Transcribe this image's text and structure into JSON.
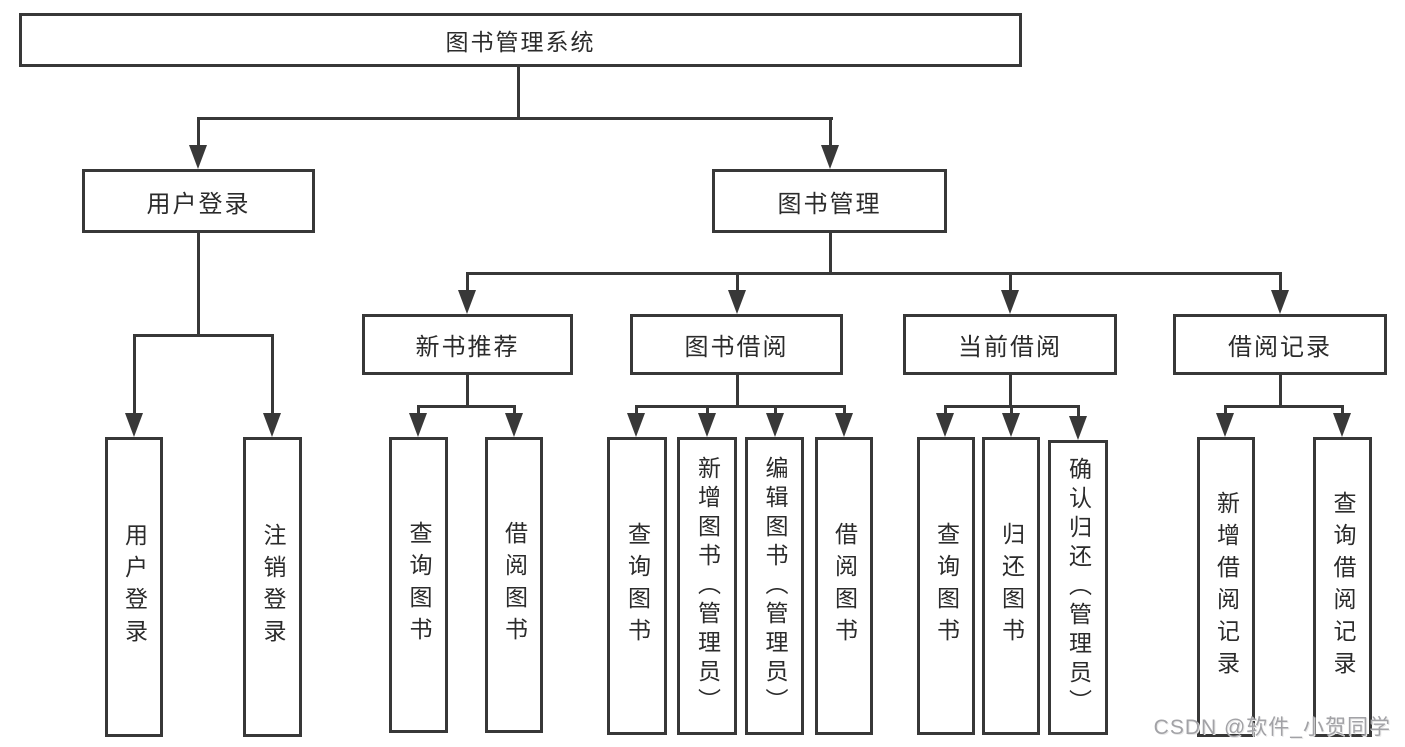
{
  "diagram": {
    "title": "图书管理系统",
    "level2": [
      {
        "label": "用户登录"
      },
      {
        "label": "图书管理"
      }
    ],
    "level3": [
      {
        "label": "新书推荐"
      },
      {
        "label": "图书借阅"
      },
      {
        "label": "当前借阅"
      },
      {
        "label": "借阅记录"
      }
    ],
    "leaves": {
      "user": [
        "用户登录",
        "注销登录"
      ],
      "recommend": [
        "查询图书",
        "借阅图书"
      ],
      "borrow": [
        "查询图书",
        "新增图书（管理员）",
        "编辑图书（管理员）",
        "借阅图书"
      ],
      "current": [
        "查询图书",
        "归还图书",
        "确认归还（管理员）"
      ],
      "records": [
        "新增借阅记录",
        "查询借阅记录"
      ]
    }
  },
  "watermark": "CSDN @软件_小贺同学",
  "colors": {
    "line": "#383838",
    "text": "#2b2b2b",
    "background": "#ffffff",
    "watermark": "#a2a2a6"
  }
}
